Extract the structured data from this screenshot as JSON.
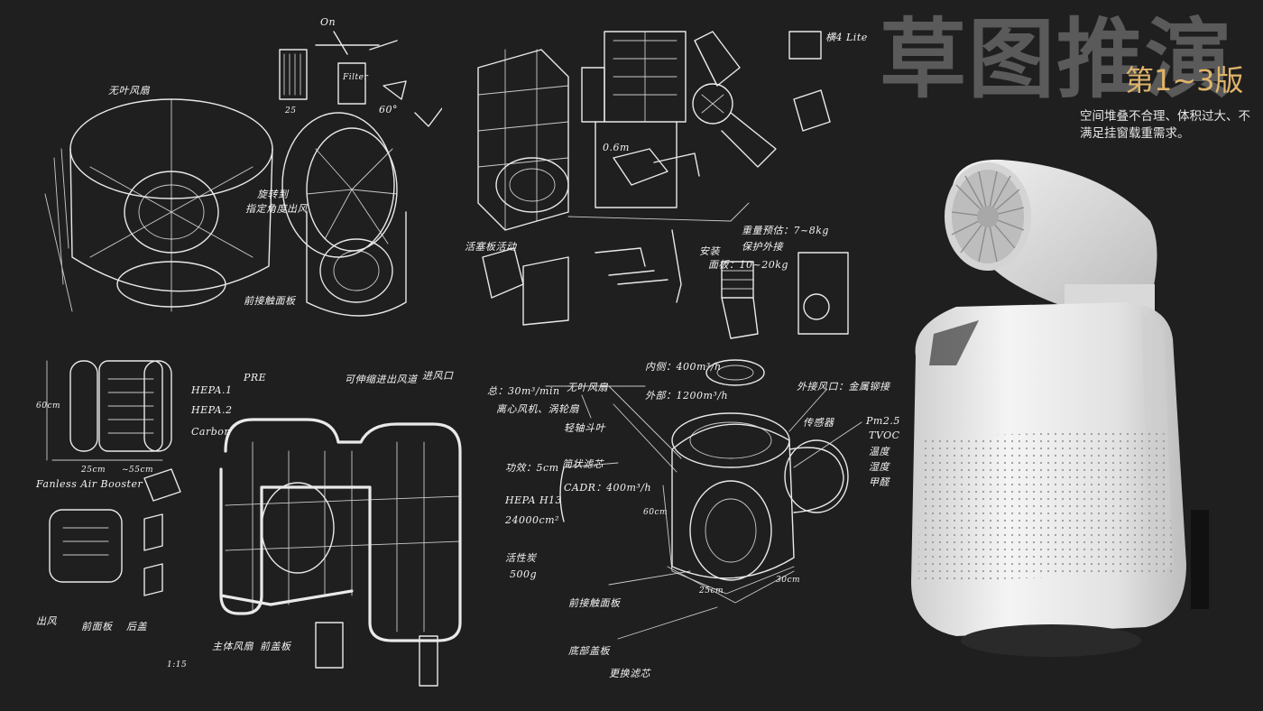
{
  "header": {
    "title": "草图推演",
    "version": "第1~3版",
    "description": "空间堆叠不合理、体积过大、不满足挂窗载重需求。"
  },
  "sketch_top_left": {
    "notes": [
      "无叶风扇",
      "旋转到",
      "指定角度出风",
      "前接触面板",
      "60°",
      "On",
      "Filter",
      "25"
    ]
  },
  "sketch_top_middle": {
    "notes": [
      "0.6m",
      "活塞板活动",
      "重量预估：7~8kg",
      "保护外接",
      "安装",
      "面板：10~20kg",
      "横4 Lite"
    ]
  },
  "sketch_bottom_left": {
    "notes": [
      "PRE",
      "HEPA.1",
      "HEPA.2",
      "Carbon",
      "60cm",
      "~55cm",
      "25cm",
      "Fanless Air Booster",
      "可伸缩进出风道",
      "进风口",
      "出风",
      "前面板",
      "后盖",
      "主体风扇",
      "前盖板",
      "1:15"
    ]
  },
  "sketch_bottom_right": {
    "notes": [
      "总：30m³/min",
      "无叶风扇",
      "内侧：400m³/h",
      "外部：1200m³/h",
      "离心风机、涡轮扇",
      "轻轴斗叶",
      "功效：5cm",
      "简状滤芯",
      "CADR：400m³/h",
      "HEPA H13",
      "24000cm²",
      "活性炭",
      "500g",
      "外接风口：金属铆接",
      "传感器",
      "Pm2.5",
      "TVOC",
      "温度",
      "湿度",
      "甲醛",
      "60cm",
      "25cm",
      "30cm",
      "前接触面板",
      "底部盖板",
      "更换滤芯"
    ]
  }
}
